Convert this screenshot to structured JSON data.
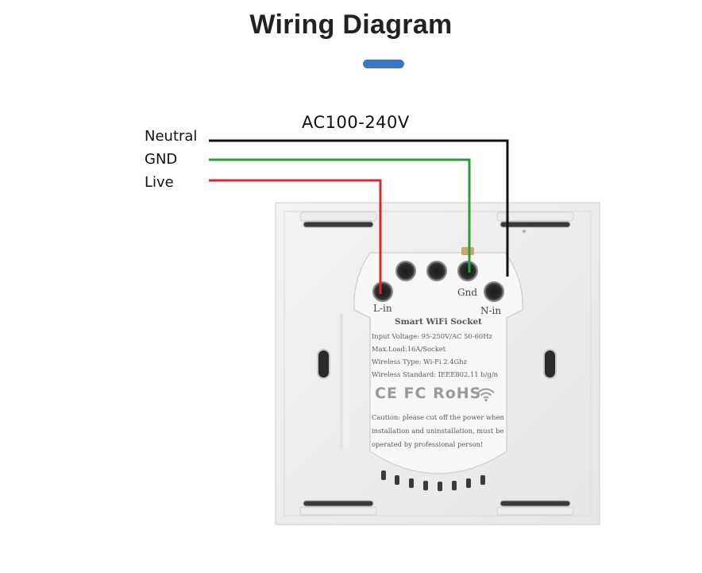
{
  "title": "Wiring Diagram",
  "colors": {
    "accent": "#3d75c4",
    "neutral_wire": "#111111",
    "gnd_wire": "#2e9b3a",
    "live_wire": "#d8282d"
  },
  "wires": {
    "neutral": "Neutral",
    "gnd": "GND",
    "live": "Live"
  },
  "voltage": "AC100-240V",
  "terminals": {
    "l_in": "L-in",
    "gnd": "Gnd",
    "n_in": "N-in"
  },
  "label_plate": {
    "product": "Smart WiFi Socket",
    "input_voltage": "Input Voltage: 95-250V/AC 50-60Hz",
    "max_load": "Max.Load:16A/Socket",
    "wireless_type": "Wireless Type: Wi-Fi 2.4Ghz",
    "wireless_standard": "Wireless Standard: IEEE802.11 b/g/n",
    "certifications": "CE FC RoHS",
    "wifi_icon": "wifi-icon",
    "caution_1": "Caution: please cut off the power when",
    "caution_2": "installation and uninstallation, must be",
    "caution_3": "operated by professional person!"
  }
}
